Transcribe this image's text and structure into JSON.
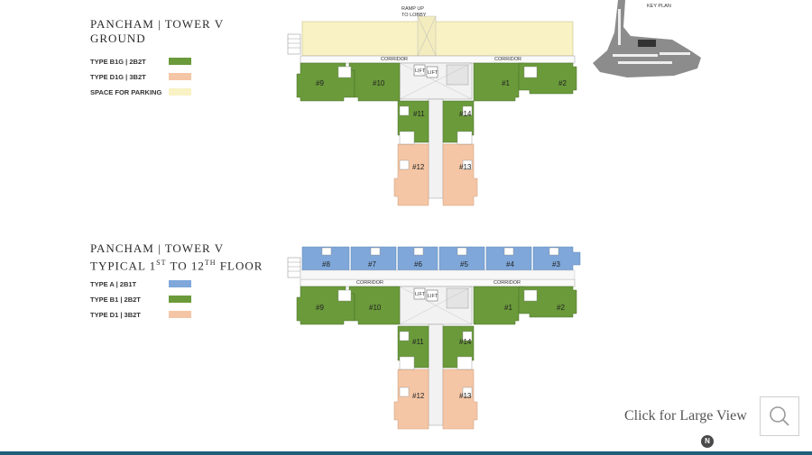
{
  "colors": {
    "type_a": "#7fa7d9",
    "type_b": "#6a9a3a",
    "type_d": "#f5c6a5",
    "parking": "#f8f2c4",
    "core": "#f2f2f2",
    "keyplan": "#8c8c8c"
  },
  "ground": {
    "title_main": "PANCHAM",
    "title_sep": " | ",
    "title_tower": "TOWER V",
    "title_sub": "GROUND",
    "legend": [
      {
        "label": "TYPE B1G | 2B2T",
        "color": "#6a9a3a"
      },
      {
        "label": "TYPE D1G | 3B2T",
        "color": "#f5c6a5"
      },
      {
        "label": "SPACE FOR PARKING",
        "color": "#f8f2c4"
      }
    ],
    "ramp_label_1": "RAMP UP",
    "ramp_label_2": "TO LOBBY",
    "corridor_left": "CORRIDOR",
    "corridor_right": "CORRIDOR",
    "lift_1": "LIFT",
    "lift_2": "LIFT",
    "units": {
      "u9": "#9",
      "u10": "#10",
      "u1": "#1",
      "u2": "#2",
      "u11": "#11",
      "u14": "#14",
      "u12": "#12",
      "u13": "#13"
    }
  },
  "typical": {
    "title_main": "PANCHAM",
    "title_sep": " | ",
    "title_tower": "TOWER V",
    "title_sub_1": "TYPICAL 1",
    "title_sup_1": "ST",
    "title_sub_2": " TO 12",
    "title_sup_2": "TH",
    "title_sub_3": " FLOOR",
    "legend": [
      {
        "label": "TYPE A | 2B1T",
        "color": "#7fa7d9"
      },
      {
        "label": "TYPE B1 | 2B2T",
        "color": "#6a9a3a"
      },
      {
        "label": "TYPE D1 | 3B2T",
        "color": "#f5c6a5"
      }
    ],
    "corridor_left": "CORRIDOR",
    "corridor_right": "CORRIDOR",
    "lift_1": "LIFT",
    "lift_2": "LIFT",
    "top_units": {
      "u8": "#8",
      "u7": "#7",
      "u6": "#6",
      "u5": "#5",
      "u4": "#4",
      "u3": "#3"
    },
    "units": {
      "u9": "#9",
      "u10": "#10",
      "u1": "#1",
      "u2": "#2",
      "u11": "#11",
      "u14": "#14",
      "u12": "#12",
      "u13": "#13"
    }
  },
  "key_plan": {
    "label": "KEY PLAN"
  },
  "footer": {
    "large_view_label": "Click for Large View",
    "search_icon": "magnifier-icon",
    "north_label": "N"
  }
}
